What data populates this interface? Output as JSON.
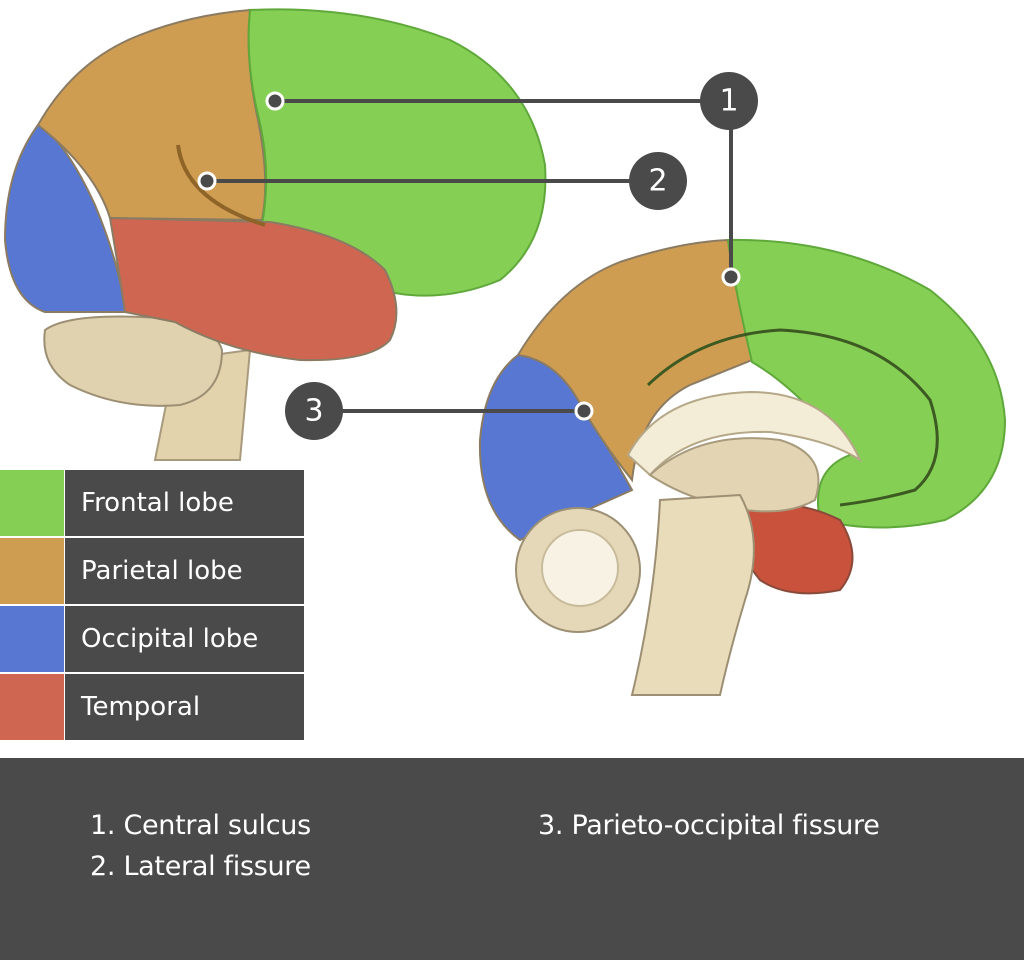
{
  "colors": {
    "frontal": "#86cf55",
    "parietal": "#cf9d52",
    "occipital": "#5877d2",
    "temporal": "#cf6651",
    "callout": "#4a4a4a",
    "neutral_tissue": "#e4d6b4"
  },
  "callouts": [
    {
      "number": "1",
      "label": "Central sulcus"
    },
    {
      "number": "2",
      "label": "Lateral fissure"
    },
    {
      "number": "3",
      "label": "Parieto-occipital fissure"
    }
  ],
  "legend": [
    {
      "label": "Frontal lobe",
      "color": "#86cf55"
    },
    {
      "label": "Parietal lobe",
      "color": "#cf9d52"
    },
    {
      "label": "Occipital lobe",
      "color": "#5877d2"
    },
    {
      "label": "Temporal",
      "color": "#cf6651"
    }
  ],
  "footer": {
    "items": [
      "1. Central sulcus",
      "2. Lateral fissure",
      "3. Parieto-occipital fissure"
    ]
  }
}
